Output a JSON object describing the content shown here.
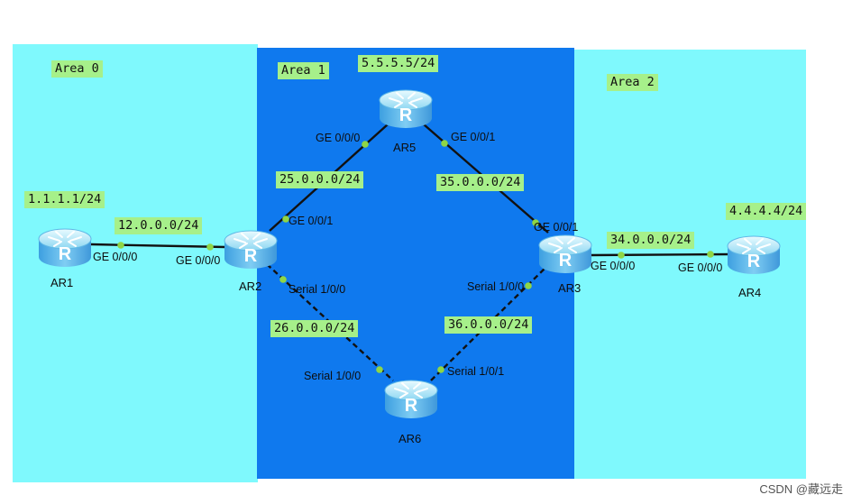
{
  "areas": {
    "area0": "Area 0",
    "area1": "Area 1",
    "area2": "Area 2"
  },
  "routers": {
    "ar1": "AR1",
    "ar2": "AR2",
    "ar3": "AR3",
    "ar4": "AR4",
    "ar5": "AR5",
    "ar6": "AR6",
    "icon_letter": "R"
  },
  "networks": {
    "ar1_loopback": "1.1.1.1/24",
    "ar5_loopback": "5.5.5.5/24",
    "ar4_loopback": "4.4.4.4/24",
    "link_ar1_ar2": "12.0.0.0/24",
    "link_ar2_ar5": "25.0.0.0/24",
    "link_ar5_ar3": "35.0.0.0/24",
    "link_ar3_ar4": "34.0.0.0/24",
    "link_ar2_ar6": "26.0.0.0/24",
    "link_ar6_ar3": "36.0.0.0/24"
  },
  "interfaces": {
    "ar1_ge000": "GE 0/0/0",
    "ar2_ge000": "GE 0/0/0",
    "ar2_ge001": "GE 0/0/1",
    "ar2_s100": "Serial 1/0/0",
    "ar5_ge000": "GE 0/0/0",
    "ar5_ge001": "GE 0/0/1",
    "ar3_ge001": "GE 0/0/1",
    "ar3_ge000": "GE 0/0/0",
    "ar3_s100": "Serial 1/0/0",
    "ar4_ge000": "GE 0/0/0",
    "ar6_s100": "Serial 1/0/0",
    "ar6_s101": "Serial 1/0/1"
  },
  "watermark": "CSDN @藏远走",
  "colors": {
    "area_edge": "#7ff9fd",
    "area_core": "#0f79ee",
    "tag_bg": "#a6f08a",
    "port_dot": "#8fd645",
    "link": "#111111"
  }
}
